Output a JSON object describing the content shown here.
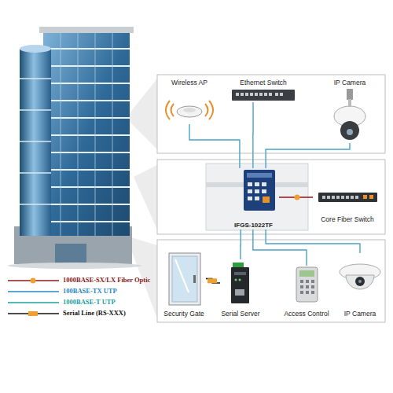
{
  "diagram": {
    "nodes": [
      {
        "text": [
          "Wireless AP"
        ]
      },
      {
        "text": [
          "Ethernet Switch"
        ]
      },
      {
        "text": [
          "IP Camera"
        ]
      },
      {
        "text": [
          "IFGS-1022TF"
        ]
      },
      {
        "text": [
          "Core Fiber Switch"
        ]
      },
      {
        "text": [
          "Security Gate"
        ]
      },
      {
        "text": [
          "Serial Server"
        ]
      },
      {
        "text": [
          "Access Control"
        ]
      },
      {
        "text": [
          "IP Camera"
        ]
      }
    ],
    "edges": [
      {
        "from": 3,
        "to": 0,
        "arrow": "none"
      },
      {
        "from": 3,
        "to": 1,
        "arrow": "none"
      },
      {
        "from": 3,
        "to": 2,
        "arrow": "none"
      },
      {
        "from": 3,
        "to": 4,
        "arrow": "none"
      },
      {
        "from": 3,
        "to": 6,
        "arrow": "none"
      },
      {
        "from": 3,
        "to": 7,
        "arrow": "none"
      },
      {
        "from": 3,
        "to": 8,
        "arrow": "none"
      },
      {
        "from": 6,
        "to": 5,
        "arrow": "none"
      }
    ],
    "legend": [
      {
        "text": "1000BASE-SX/LX Fiber Optic"
      },
      {
        "text": "100BASE-TX UTP"
      },
      {
        "text": "1000BASE-T UTP"
      },
      {
        "text": "Serial Line (RS-XXX)"
      }
    ]
  }
}
